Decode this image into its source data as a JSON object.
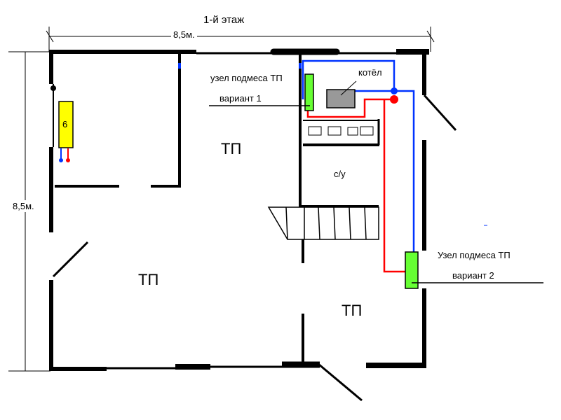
{
  "title": "1-й этаж",
  "dimensions": {
    "width_label": "8,5м.",
    "height_label": "8,5м."
  },
  "labels": {
    "mixing_node_1": "узел подмеса ТП",
    "variant_1": "вариант 1",
    "boiler": "котёл",
    "mixing_node_2": "Узел подмеса ТП",
    "variant_2": "вариант 2",
    "bathroom": "с/у",
    "boiler_unit_mark": "6"
  },
  "rooms": {
    "top_center": "ТП",
    "bottom_left": "ТП",
    "bottom_right": "ТП"
  },
  "colors": {
    "wall": "#000000",
    "supply_pipe": "#ff0000",
    "return_pipe": "#0033ff",
    "mixing_unit": "#66ff33",
    "boiler_fill": "#999999",
    "boiler_unit": "#ffff00"
  }
}
